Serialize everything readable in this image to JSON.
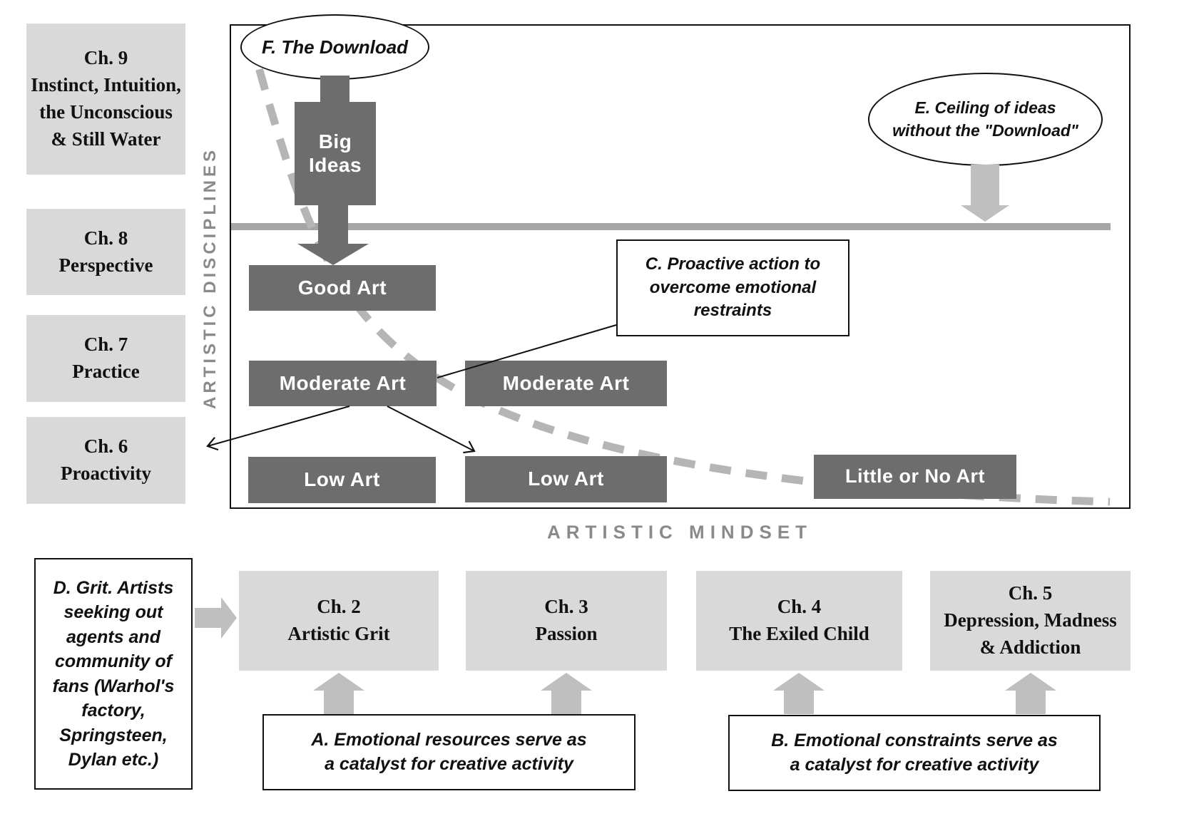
{
  "colors": {
    "dark_box": "#6d6d6d",
    "light_box": "#d9d9d9",
    "line_gray": "#a6a6a6",
    "dash_gray": "#b5b5b5",
    "arrow_gray": "#bfbfbf",
    "axis_label": "#8a8a8a",
    "ink": "#111111"
  },
  "axis": {
    "y": "ARTISTIC DISCIPLINES",
    "x": "ARTISTIC MINDSET"
  },
  "left_chapters": [
    {
      "title": "Ch. 9",
      "body": "Instinct, Intuition,\nthe Unconscious\n& Still Water"
    },
    {
      "title": "Ch. 8",
      "body": "Perspective"
    },
    {
      "title": "Ch. 7",
      "body": "Practice"
    },
    {
      "title": "Ch. 6",
      "body": "Proactivity"
    }
  ],
  "bottom_chapters": [
    {
      "title": "Ch. 2",
      "body": "Artistic Grit"
    },
    {
      "title": "Ch. 3",
      "body": "Passion"
    },
    {
      "title": "Ch. 4",
      "body": "The Exiled Child"
    },
    {
      "title": "Ch. 5",
      "body": "Depression, Madness\n& Addiction"
    }
  ],
  "art_levels": {
    "big_ideas": "Big\nIdeas",
    "good": "Good Art",
    "moderate_left": "Moderate Art",
    "moderate_right": "Moderate Art",
    "low_left": "Low Art",
    "low_right": "Low Art",
    "little": "Little or No Art"
  },
  "annotations": {
    "f": {
      "label": "F.",
      "text": " The Download"
    },
    "e": {
      "label": "E.",
      "text": " Ceiling of ideas\nwithout the \"Download\""
    },
    "c": {
      "label": "C.",
      "text": " Proactive action to\novercome  emotional\nrestraints"
    },
    "d": {
      "label": "D.",
      "text": " Grit. Artists\nseeking  out\nagents and\ncommunity of\nfans (Warhol's\nfactory,\nSpringsteen,\nDylan etc.)"
    },
    "a": {
      "label": "A.",
      "text": " Emotional resources serve as\na catalyst for creative activity"
    },
    "b": {
      "label": "B.",
      "text": " Emotional constraints serve as\na catalyst for creative activity"
    }
  }
}
